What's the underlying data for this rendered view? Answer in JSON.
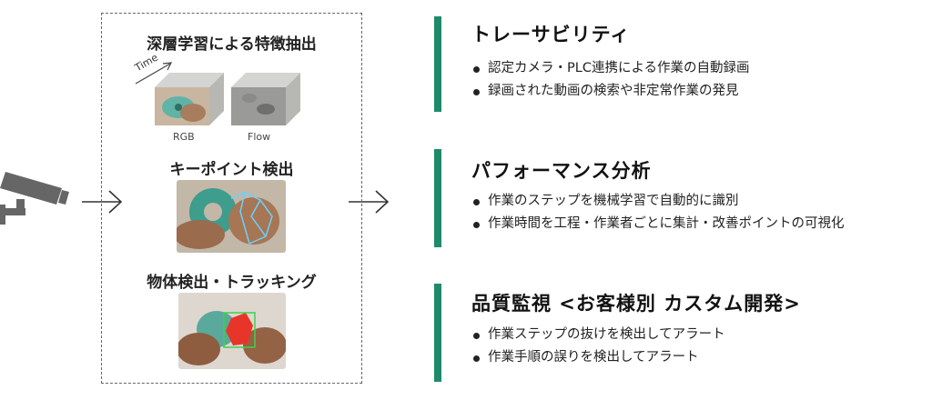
{
  "pipeline": {
    "blocks": [
      {
        "title": "深層学習による特徴抽出",
        "time_label": "Time",
        "stack_labels": [
          "RGB",
          "Flow"
        ]
      },
      {
        "title": "キーポイント検出"
      },
      {
        "title": "物体検出・トラッキング"
      }
    ]
  },
  "sections": [
    {
      "title": "トレーサビリティ",
      "bullets": [
        "認定カメラ・PLC連携による作業の自動録画",
        "録画された動画の検索や非定常作業の発見"
      ]
    },
    {
      "title": "パフォーマンス分析",
      "bullets": [
        "作業のステップを機械学習で自動的に識別",
        "作業時間を工程・作業者ごとに集計・改善ポイントの可視化"
      ]
    },
    {
      "title": "品質監視 <お客様別 カスタム開発>",
      "bullets": [
        "作業ステップの抜けを検出してアラート",
        "作業手順の誤りを検出してアラート"
      ]
    }
  ],
  "colors": {
    "accent_bar": "#1f8a6a",
    "camera": "#666666",
    "dashed_border": "#666666"
  },
  "icons": [
    "security-camera-icon",
    "arrow-right-icon"
  ]
}
